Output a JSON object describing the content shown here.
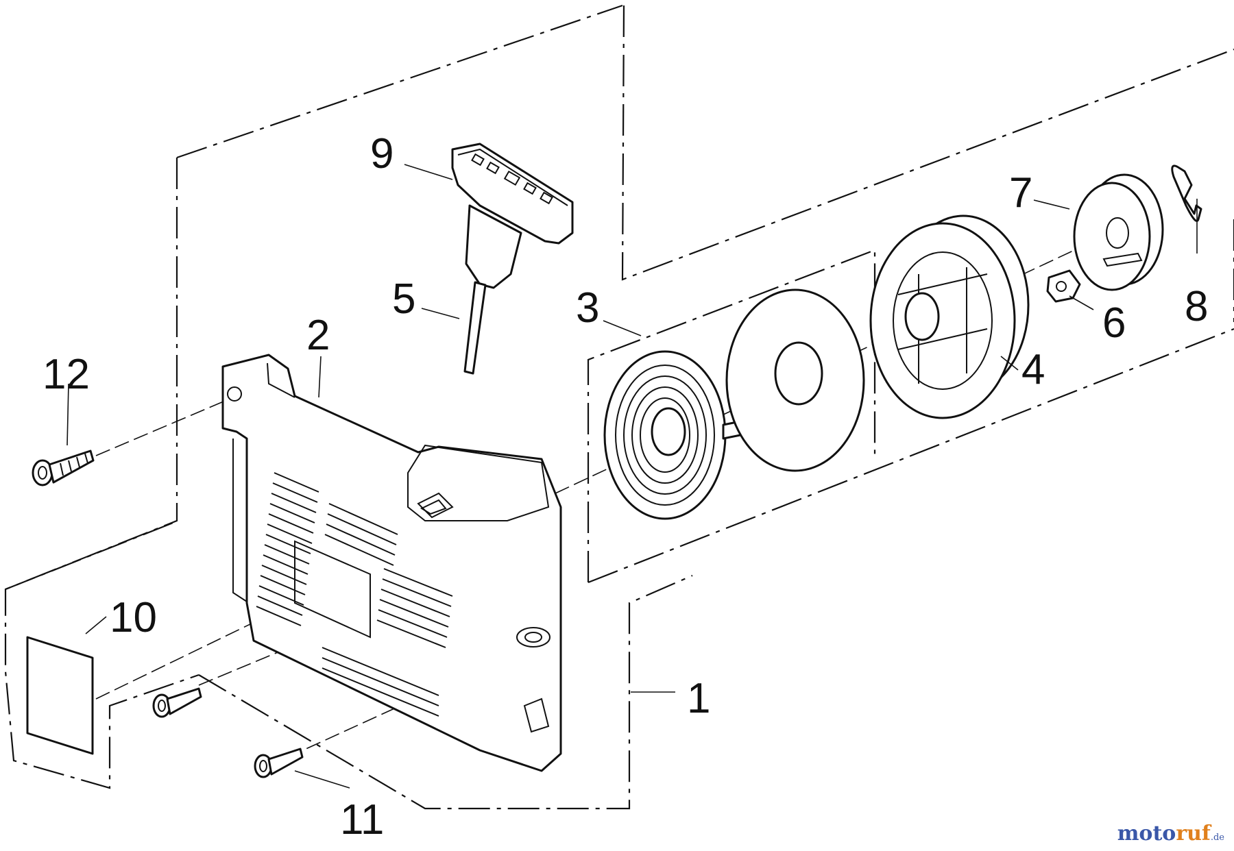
{
  "diagram": {
    "callouts": [
      {
        "id": "1",
        "label": "1"
      },
      {
        "id": "2",
        "label": "2"
      },
      {
        "id": "3",
        "label": "3"
      },
      {
        "id": "4",
        "label": "4"
      },
      {
        "id": "5",
        "label": "5"
      },
      {
        "id": "6",
        "label": "6"
      },
      {
        "id": "7",
        "label": "7"
      },
      {
        "id": "8",
        "label": "8"
      },
      {
        "id": "9",
        "label": "9"
      },
      {
        "id": "10",
        "label": "10"
      },
      {
        "id": "11",
        "label": "11"
      },
      {
        "id": "12",
        "label": "12"
      }
    ]
  },
  "watermark": {
    "part1": "moto",
    "part2": "ruf",
    "part3": ".de"
  },
  "colors": {
    "line": "#111111",
    "background": "#ffffff",
    "watermark_blue": "#3a57a8",
    "watermark_orange": "#e0801c"
  }
}
